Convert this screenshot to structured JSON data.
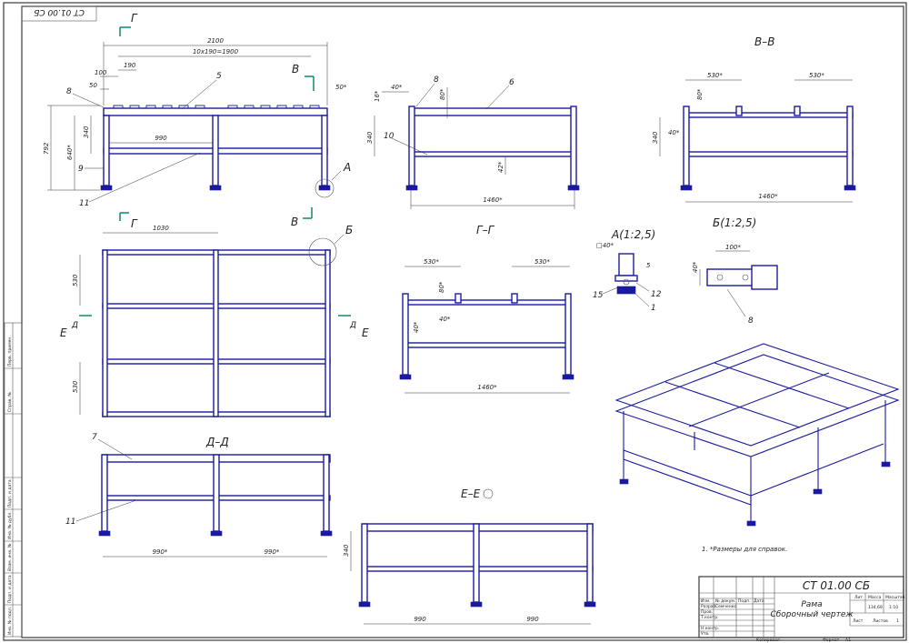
{
  "stamp_top": "СТ 01.00 СБ",
  "title_block": {
    "designation": "СТ 01.00 СБ",
    "name_line1": "Рама",
    "name_line2": "Сборочный чертеж",
    "col_lit": "Лит.",
    "col_mass": "Масса",
    "col_scale": "Масштаб",
    "mass": "134,69",
    "scale": "1:10",
    "sheet": "Лист",
    "sheets": "Листов",
    "sheets_num": "1",
    "razrab": "Разраб.",
    "razrab_name": "Семченко",
    "prov": "Пров.",
    "tkontr": "Т.контр.",
    "nkontr": "Н.контр.",
    "utv": "Утв.",
    "izm": "Изм.",
    "list": "Лист",
    "ndokum": "№ докум.",
    "podp": "Подп.",
    "data": "Дата",
    "kopiroval": "Копировал",
    "format": "Формат",
    "format_val": "A1"
  },
  "side_strip": [
    "Перв. примен.",
    "Справ. №",
    "Подп. и дата",
    "Инв. № дубл.",
    "Взам. инв. №",
    "Подп. и дата",
    "Инв. № подл."
  ],
  "note": "1. *Размеры для справок.",
  "views": {
    "front_dims": {
      "total": "2100",
      "pitch": "10х190=1900",
      "d100": "100",
      "d190": "190",
      "d50": "50",
      "d990": "990",
      "h792": "792",
      "h640": "640*",
      "h340": "340",
      "d50b": "50*"
    },
    "front_leaders": {
      "p5": "5",
      "p8": "8",
      "p9": "9",
      "p11": "11",
      "detailA": "А"
    },
    "section_marks": {
      "g": "Г",
      "v": "В",
      "b": "Б",
      "d": "Д",
      "e": "Е"
    },
    "side_dims": {
      "w": "1460*",
      "d40": "40*",
      "d80": "80*",
      "d16": "16*",
      "d340": "340",
      "d42": "42*",
      "p8": "8",
      "p6": "6",
      "p10": "10"
    },
    "vv_title": "В–В",
    "vv_dims": {
      "a": "530*",
      "b": "530*",
      "d80": "80*",
      "d40": "40*",
      "d340": "340",
      "w": "1460*"
    },
    "plan_dims": {
      "d1030": "1030",
      "d530a": "530",
      "d530b": "530"
    },
    "gg_title": "Г–Г",
    "gg_dims": {
      "a": "530*",
      "b": "530*",
      "d80": "80*",
      "d40": "40*",
      "d40b": "40*",
      "w": "1460*"
    },
    "a_title": "А(1:2,5)",
    "a_dims": {
      "sq": "□40*",
      "p5": "5",
      "p15": "15",
      "p12": "12",
      "p1": "1"
    },
    "b_title": "Б(1:2,5)",
    "b_dims": {
      "d100": "100*",
      "d40": "40*",
      "p8": "8"
    },
    "dd_title": "Д–Д",
    "dd_dims": {
      "a": "990*",
      "b": "990*",
      "p7": "7",
      "p11": "11"
    },
    "ee_title": "Е–Е",
    "ee_dims": {
      "a": "990",
      "b": "990",
      "h": "340"
    }
  }
}
